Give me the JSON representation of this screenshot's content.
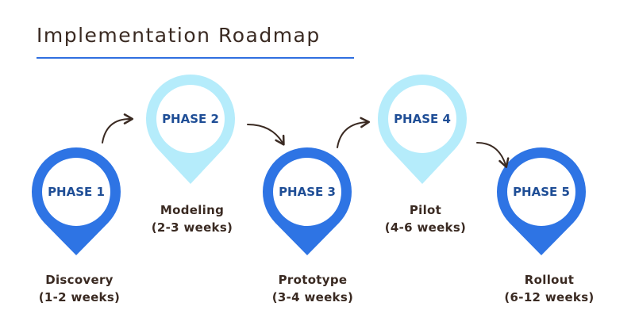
{
  "header": {
    "title": "Implementation Roadmap"
  },
  "colors": {
    "dark_pin": "#2e74e4",
    "light_pin": "#b5ecfb",
    "pin_text": "#1f4e96",
    "caption_text": "#3a2a22",
    "arrow": "#3a2a22"
  },
  "phases": [
    {
      "label": "PHASE 1",
      "name": "Discovery",
      "duration": "(1-2 weeks)",
      "style": "dark"
    },
    {
      "label": "PHASE 2",
      "name": "Modeling",
      "duration": "(2-3 weeks)",
      "style": "light"
    },
    {
      "label": "PHASE 3",
      "name": "Prototype",
      "duration": "(3-4 weeks)",
      "style": "dark"
    },
    {
      "label": "PHASE 4",
      "name": "Pilot",
      "duration": "(4-6 weeks)",
      "style": "light"
    },
    {
      "label": "PHASE 5",
      "name": "Rollout",
      "duration": "(6-12 weeks)",
      "style": "dark"
    }
  ]
}
